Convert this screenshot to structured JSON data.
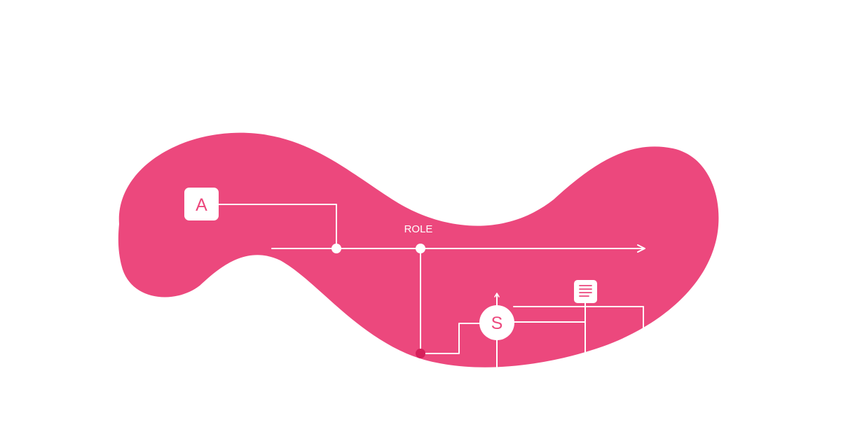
{
  "diagram": {
    "labels": {
      "role": "ROLE"
    },
    "nodes": {
      "a_node": {
        "text": "A",
        "icon": "letter-a-badge"
      },
      "s_node": {
        "text": "S",
        "icon": "letter-s-circle"
      },
      "doc_node": {
        "icon": "document-lines-icon"
      }
    },
    "colors": {
      "blob": "#EC487D",
      "line": "#FFFFFF",
      "accent_dot": "#D61F5A",
      "background": "#FFFFFF"
    }
  }
}
